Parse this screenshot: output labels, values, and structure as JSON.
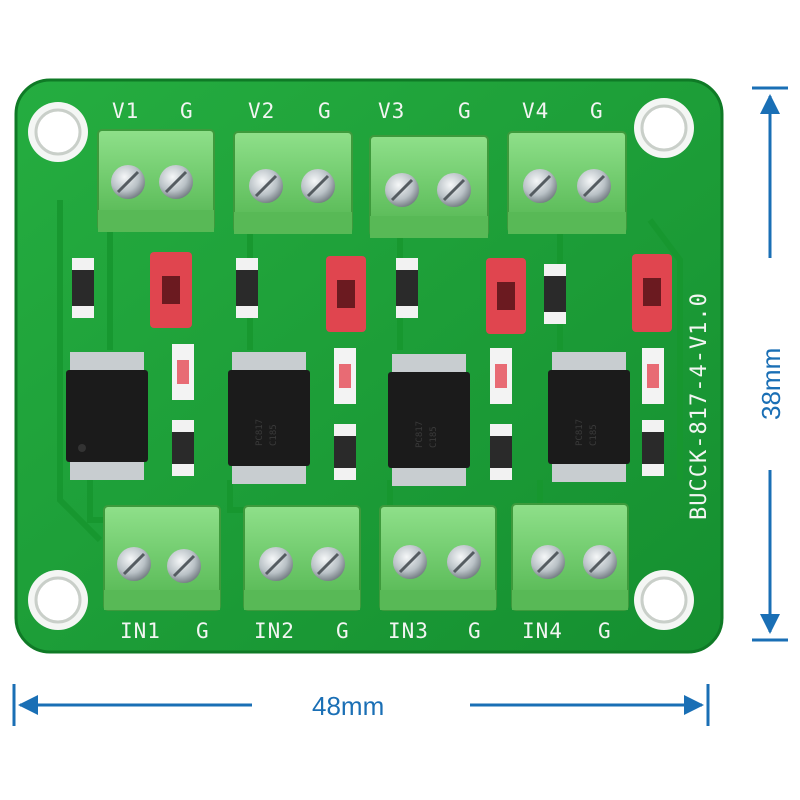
{
  "board": {
    "top_labels": [
      "V1",
      "G",
      "V2",
      "G",
      "V3",
      "G",
      "V4",
      "G"
    ],
    "bottom_labels": [
      "IN1",
      "G",
      "IN2",
      "G",
      "IN3",
      "G",
      "IN4",
      "G"
    ],
    "model_label": "BUCCK-817-4-V1.0",
    "chip_marking_line1": "PC817",
    "chip_marking_line2": "C185"
  },
  "dimensions": {
    "width_label": "48mm",
    "height_label": "38mm"
  },
  "colors": {
    "pcb_green": "#1fa33a",
    "terminal_green": "#6fcf6a",
    "jumper_red": "#e0454f",
    "dimension_blue": "#1a6fb5"
  }
}
